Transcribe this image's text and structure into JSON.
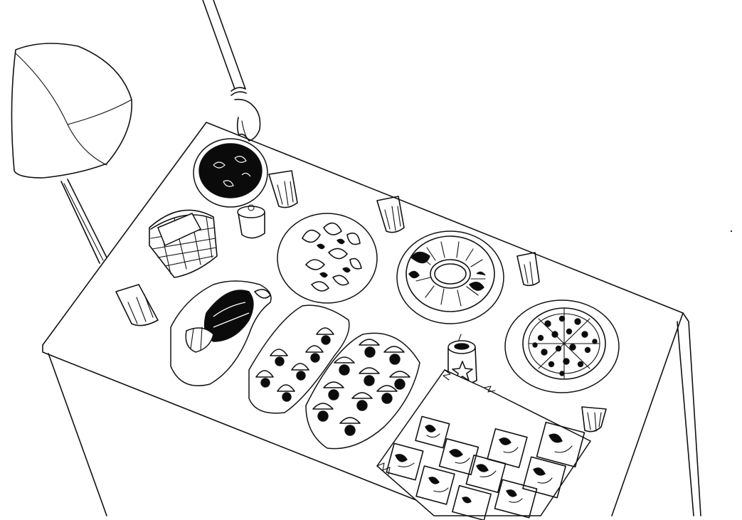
{
  "scene": {
    "style": "black ink line drawing",
    "background_color": "#ffffff",
    "ink_color": "#111111",
    "objects": [
      "table",
      "chair",
      "hand-reaching",
      "dark-bowl",
      "bread-basket",
      "sugar-pot",
      "glass",
      "dumpling-plate",
      "wreath-cake-platter",
      "pizza-plate",
      "croissant-dish",
      "tart-tray",
      "pastry-tray",
      "candle-jar",
      "square-cakes-tray"
    ]
  }
}
